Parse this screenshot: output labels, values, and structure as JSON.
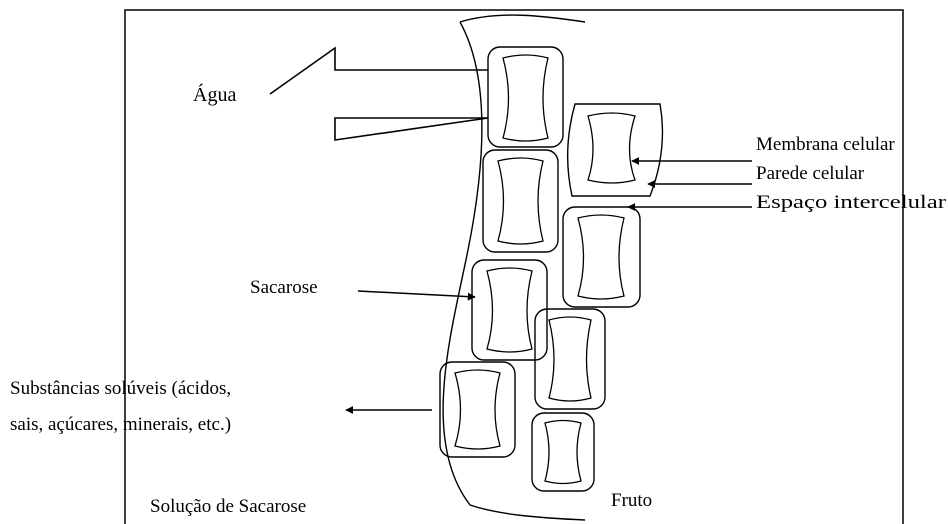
{
  "labels": {
    "water": "Água",
    "cell_membrane": "Membrana celular",
    "cell_wall": "Parede celular",
    "intercellular_space": "Espaço intercelular",
    "sucrose": "Sacarose",
    "soluble_line1": "Substâncias solúveis (ácidos,",
    "soluble_line2": "sais, açúcares, minerais, etc.)",
    "sucrose_solution": "Solução de Sacarose",
    "fruit": "Fruto"
  }
}
